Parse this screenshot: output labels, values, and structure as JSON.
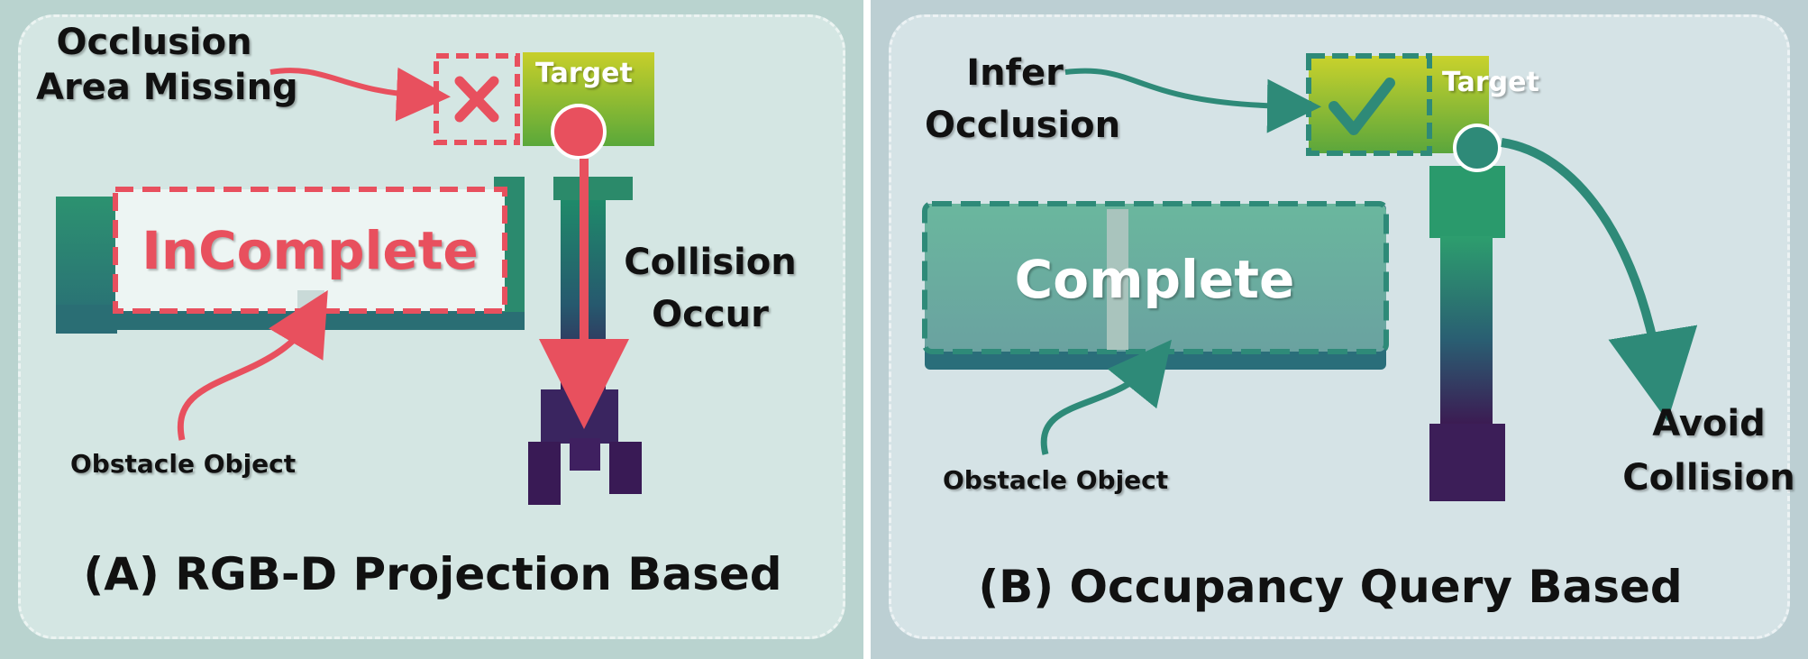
{
  "panel_a": {
    "caption": "(A) RGB-D Projection Based",
    "occlusion_label_line1": "Occlusion",
    "occlusion_label_line2": "Area Missing",
    "target_label": "Target",
    "object_label": "InComplete",
    "collision_label_line1": "Collision",
    "collision_label_line2": "Occur",
    "obstacle_label": "Obstacle Object"
  },
  "panel_b": {
    "caption": "(B) Occupancy Query Based",
    "infer_label_line1": "Infer",
    "infer_label_line2": "Occlusion",
    "target_label": "Target",
    "object_label": "Complete",
    "avoid_label_line1": "Avoid",
    "avoid_label_line2": "Collision",
    "obstacle_label": "Obstacle Object"
  },
  "colors": {
    "red_accent": "#e8505e",
    "teal_accent": "#2e8a78",
    "panel_a_bg": "#b9d3cf",
    "panel_b_bg": "#bccfd3"
  }
}
